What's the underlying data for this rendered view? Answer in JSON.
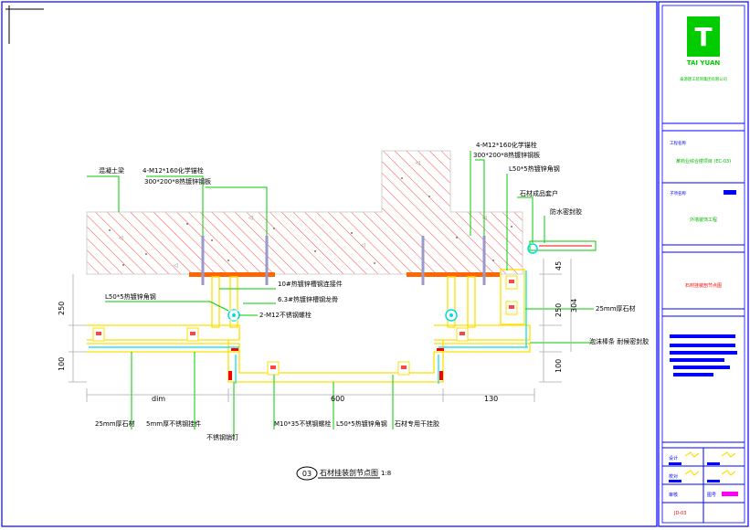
{
  "drawing": {
    "labels": {
      "concrete": "混凝土梁",
      "anchor_left_1": "4-M12*160化学锚栓",
      "anchor_left_2": "300*200*8热镀锌钢板",
      "anchor_right_1": "4-M12*160化学锚栓",
      "anchor_right_2": "300*200*8热镀锌钢板",
      "angle_top_right": "L50*5热镀锌角钢",
      "light_box": "石材成品套户",
      "sealant": "防水密封胶",
      "channel_10": "10#热镀锌槽钢连接件",
      "flat_bar": "6.3#热镀锌槽钢龙骨",
      "bolt_m12": "2-M12不锈钢螺栓",
      "angle_left": "L50*5热镀锌角钢",
      "stone_right": "25mm厚石材",
      "sealant_right": "泡沫棒条 耐候密封胶",
      "stone_bottom_left": "25mm厚石材",
      "pendant": "5mm厚不锈钢挂件",
      "steel_nail": "不锈钢销钉",
      "bolt_m10": "M10*35不锈钢螺栓",
      "angle_bottom": "L50*5热镀锌角钢",
      "dry_hang": "石材专用干挂胶"
    },
    "dims": {
      "d250_left": "250",
      "d100_left": "100",
      "d45": "45",
      "d304": "304",
      "d250_right": "250",
      "d100_right": "100",
      "dim_a": "dim",
      "d600": "600",
      "d130": "130"
    },
    "caption": {
      "number": "03",
      "title": "石材挂装剖节点图",
      "scale": "1:8"
    }
  },
  "title_block": {
    "logo_text": "TAI YUAN",
    "company": "泰源建工装饰集团有限公司",
    "project_label": "工程名称",
    "project_name": "某商业综合楼项目 (EC-03)",
    "sub_label": "子项名称",
    "sub_name": "外墙装饰工程",
    "drawing_name": "石材挂装剖节点图",
    "stamp_1": "设计",
    "stamp_2": "校对",
    "stamp_3": "审核",
    "check_label": "图号",
    "sheet_no": "JD-03",
    "colors": {
      "frame": "#0000ff",
      "green": "#00cc00",
      "red": "#ff0000",
      "magenta": "#ff00ff",
      "yellow": "#ffdf00"
    }
  }
}
